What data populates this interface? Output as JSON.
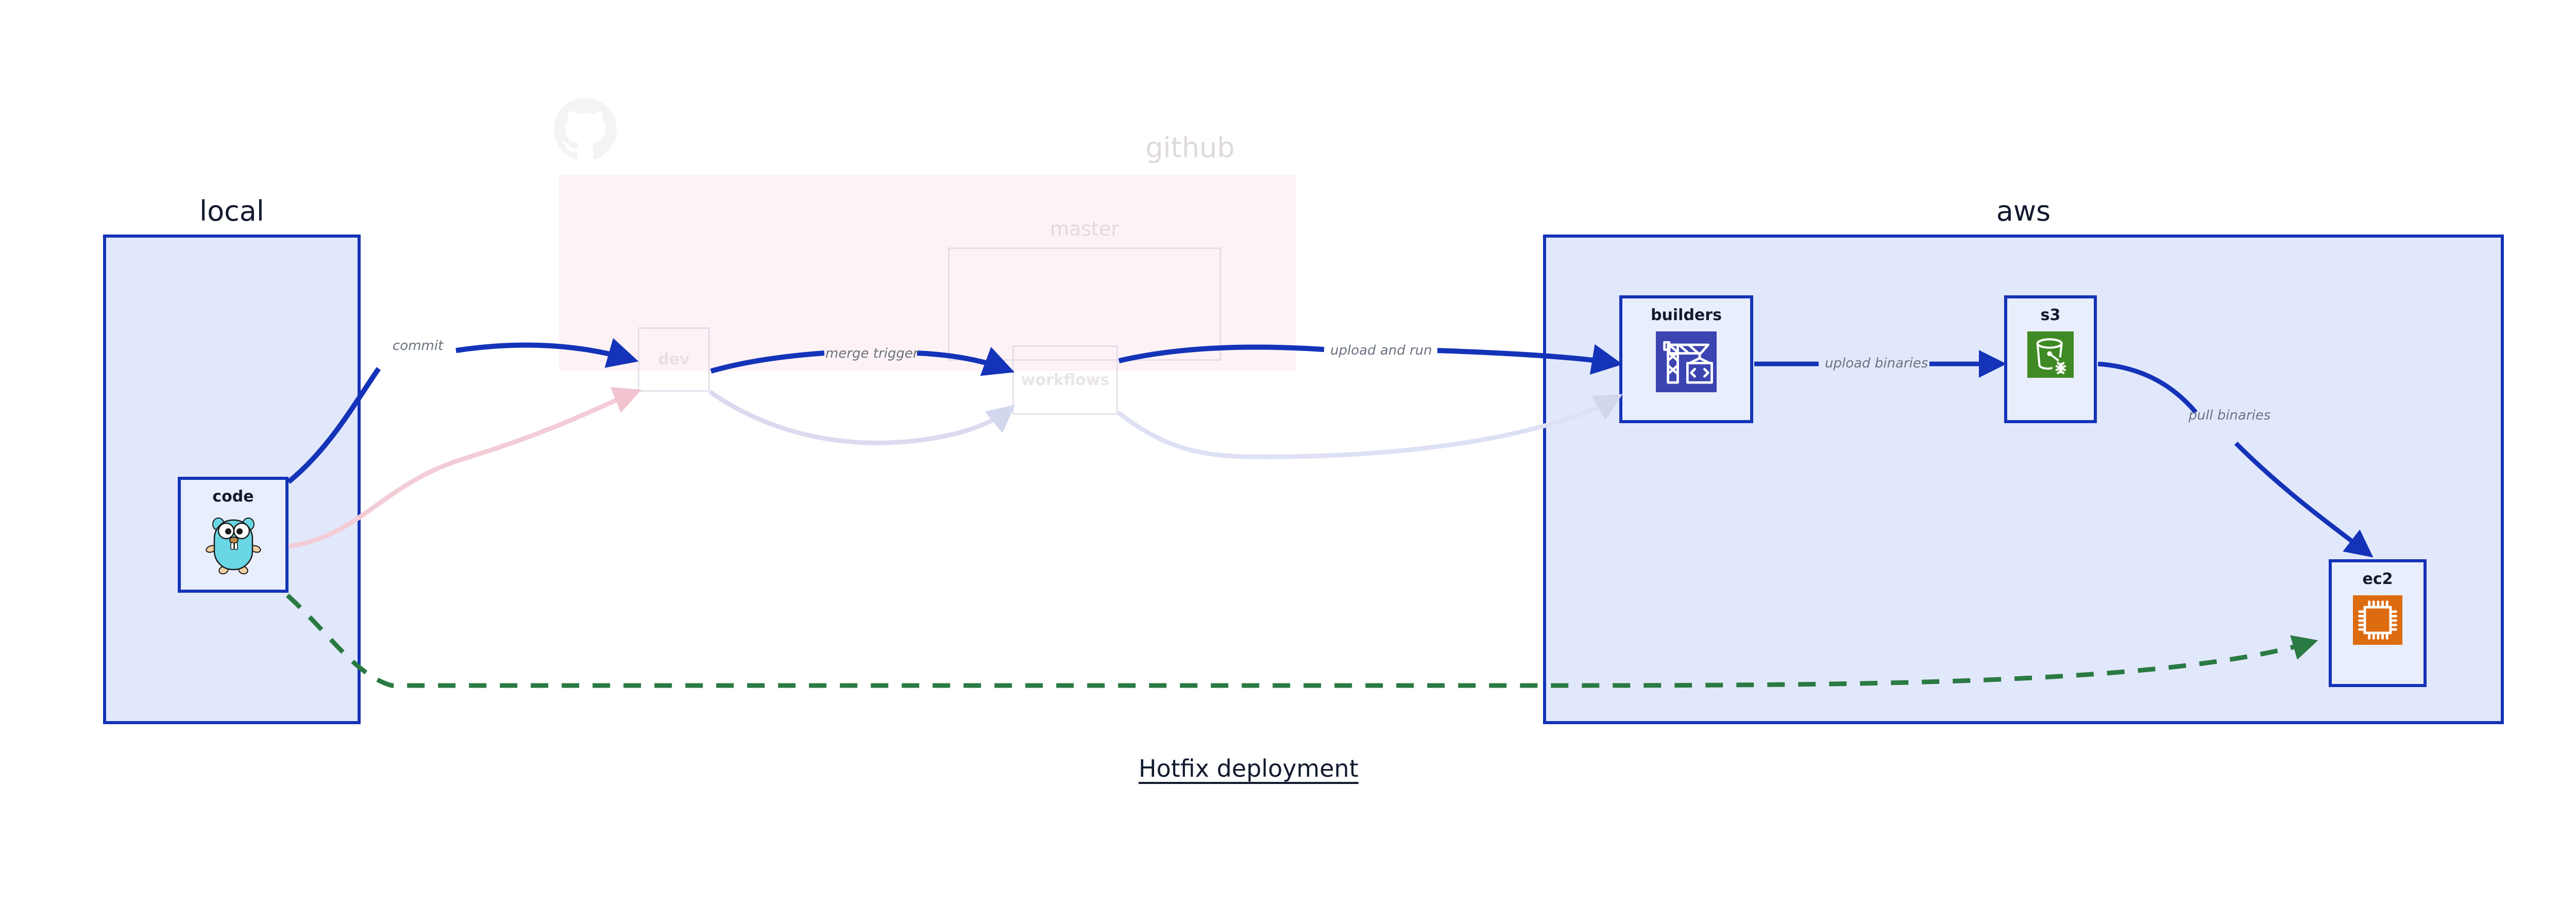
{
  "diagram": {
    "title": "Hotfix deployment",
    "colors": {
      "group_border": "#1433b8",
      "group_fill": "#e2e8fb",
      "github_fill": "#fae3e9",
      "edge_active": "#1433b8",
      "edge_label": "#6b7280",
      "hotfix_edge": "#2a7a43",
      "codebuild_icon": "#3b44b0",
      "s3_icon": "#3f8a24",
      "ec2_icon": "#dd6b10",
      "gopher": "#6ad7e5",
      "text": "#131a2e"
    }
  },
  "groups": [
    {
      "id": "local",
      "label": "local"
    },
    {
      "id": "github",
      "label": "github"
    },
    {
      "id": "master",
      "label": "master"
    },
    {
      "id": "aws",
      "label": "aws"
    }
  ],
  "nodes": [
    {
      "id": "code",
      "label": "code",
      "icon": "go-gopher-icon",
      "state": "active"
    },
    {
      "id": "dev",
      "label": "dev",
      "icon": "none",
      "state": "faded"
    },
    {
      "id": "workflows",
      "label": "workflows",
      "icon": "none",
      "state": "faded"
    },
    {
      "id": "builders",
      "label": "builders",
      "icon": "aws-codebuild-icon",
      "state": "active"
    },
    {
      "id": "s3",
      "label": "s3",
      "icon": "aws-s3-glacier-icon",
      "state": "active"
    },
    {
      "id": "ec2",
      "label": "ec2",
      "icon": "aws-ec2-icon",
      "state": "active"
    }
  ],
  "edges": [
    {
      "id": "commit",
      "label": "commit",
      "from": "code",
      "to": "dev",
      "style": "solid",
      "state": "active"
    },
    {
      "id": "merge-trigger",
      "label": "merge trigger",
      "from": "dev",
      "to": "workflows",
      "style": "solid",
      "state": "active"
    },
    {
      "id": "upload-and-run",
      "label": "upload and run",
      "from": "workflows",
      "to": "builders",
      "style": "solid",
      "state": "active"
    },
    {
      "id": "upload-binaries",
      "label": "upload binaries",
      "from": "builders",
      "to": "s3",
      "style": "solid",
      "state": "active"
    },
    {
      "id": "pull-binaries",
      "label": "pull binaries",
      "from": "s3",
      "to": "ec2",
      "style": "solid",
      "state": "active"
    },
    {
      "id": "hotfix-direct",
      "label": "",
      "from": "code",
      "to": "ec2",
      "style": "dashed",
      "state": "highlight"
    },
    {
      "id": "ghost-code-dev",
      "label": "",
      "from": "code",
      "to": "dev",
      "style": "solid",
      "state": "faded"
    },
    {
      "id": "ghost-dev-workflows",
      "label": "",
      "from": "dev",
      "to": "workflows",
      "style": "solid",
      "state": "faded"
    },
    {
      "id": "ghost-workflows-build",
      "label": "",
      "from": "workflows",
      "to": "builders",
      "style": "solid",
      "state": "faded"
    }
  ]
}
